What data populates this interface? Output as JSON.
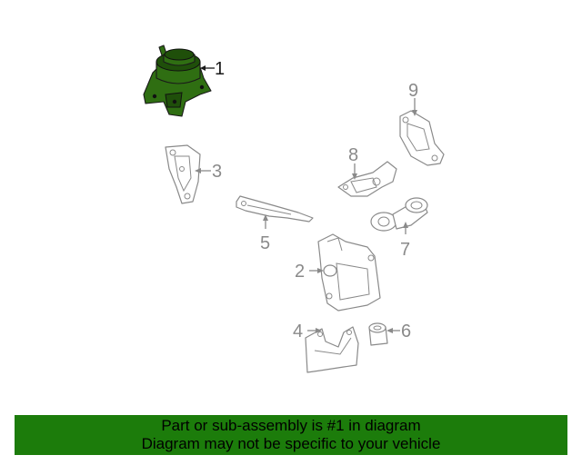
{
  "callouts": {
    "c1": "1",
    "c2": "2",
    "c3": "3",
    "c4": "4",
    "c5": "5",
    "c6": "6",
    "c7": "7",
    "c8": "8",
    "c9": "9"
  },
  "banner": {
    "line1": "Part or sub-assembly is #1 in diagram",
    "line2": "Diagram may not be specific to your vehicle"
  },
  "colors": {
    "banner": "#1c7c0b",
    "highlight_part": "#2f6e12",
    "line_art": "#8a8a8a"
  }
}
